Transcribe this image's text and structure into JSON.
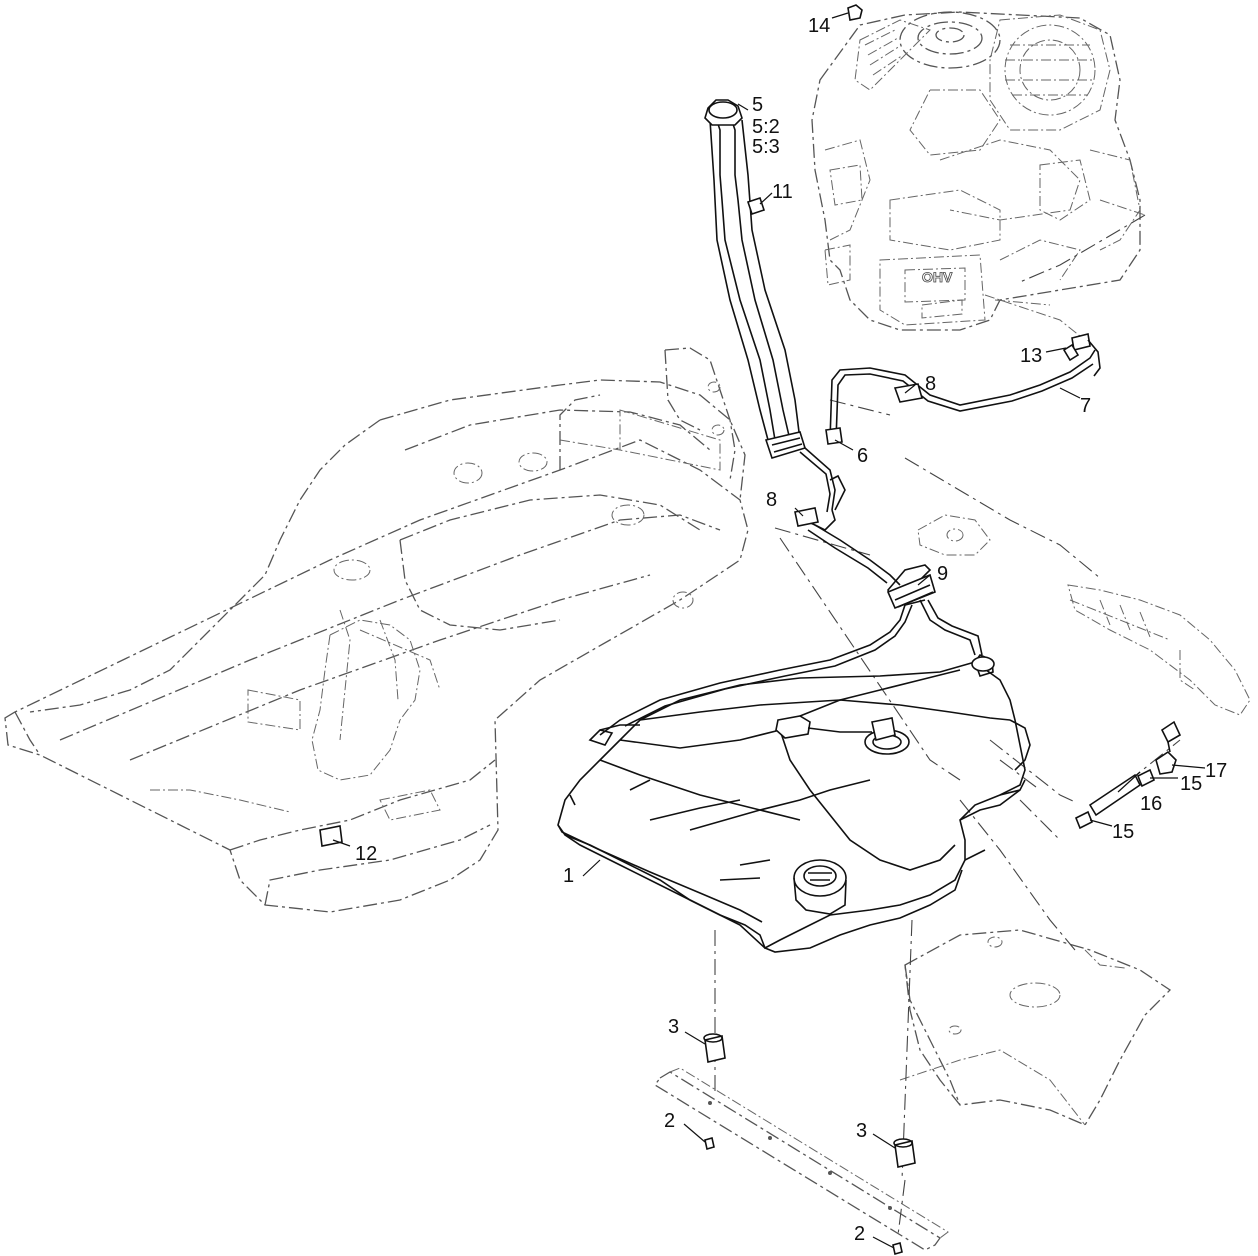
{
  "callouts": {
    "c1": "1",
    "c2a": "2",
    "c2b": "2",
    "c3a": "3",
    "c3b": "3",
    "c5": "5",
    "c5_2": "5:2",
    "c5_3": "5:3",
    "c6": "6",
    "c7": "7",
    "c8a": "8",
    "c8b": "8",
    "c9": "9",
    "c11": "11",
    "c12": "12",
    "c13": "13",
    "c14": "14",
    "c15a": "15",
    "c15b": "15",
    "c16": "16",
    "c17": "17"
  },
  "engine_markings": {
    "ohv": "OHV"
  },
  "colors": {
    "line": "#111111",
    "phantom": "#555555",
    "background": "#ffffff"
  }
}
